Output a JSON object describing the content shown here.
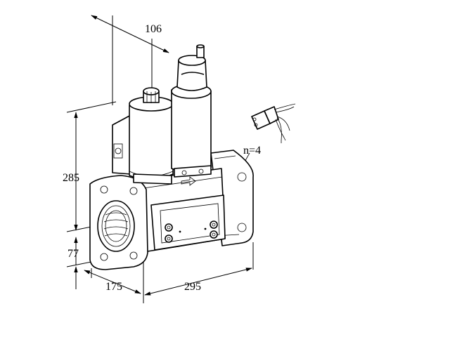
{
  "dimensions": {
    "top_width": "106",
    "height_upper": "285",
    "height_lower": "77",
    "depth": "175",
    "length": "295",
    "flange_holes": "n=4"
  }
}
